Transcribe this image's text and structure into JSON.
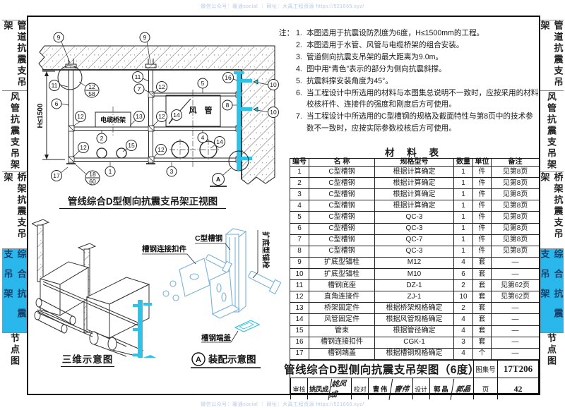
{
  "watermark": {
    "text": "微信公众号：暖通social ｜ 网址：大禹工程资源 https://521666.xyz/"
  },
  "sidebar": {
    "tabs": [
      {
        "label": "管道抗震支吊架",
        "active": false
      },
      {
        "label": "风管抗震支吊架",
        "active": false
      },
      {
        "label": "桥架抗震支吊架",
        "active": false
      },
      {
        "label": "综合抗震支吊架",
        "active": true
      },
      {
        "label": "节点图",
        "active": false
      }
    ]
  },
  "front_view": {
    "title": "管线综合D型侧向抗震支吊架正视图",
    "dimension": "H≤1500",
    "cable_tray_label": "电缆桥架",
    "duct_label": "风 管",
    "callouts": {
      "n9a": "9",
      "n9b": "9",
      "n11a": "11",
      "n11b": "11",
      "n6": "6",
      "n7": "7",
      "f12": "12",
      "f58": "58",
      "f18": "18",
      "f60": "60",
      "n12a": "12",
      "n12b": "12",
      "n12c": "12",
      "n12d": "12",
      "n12e": "12",
      "n5": "5",
      "n16": "16",
      "n10a": "10",
      "n10b": "10",
      "n8": "8",
      "n13": "13",
      "n14a": "14",
      "n14b": "14",
      "n2": "2",
      "n4": "4",
      "n15": "15",
      "n1": "1",
      "n3": "3",
      "n17": "17",
      "secA": "A"
    }
  },
  "iso_view": {
    "title": "三维示意图"
  },
  "assembly": {
    "title": "装配示意图",
    "section_letter": "A",
    "labels": {
      "connector": "槽钢连接扣件",
      "channel": "C型槽钢",
      "anchor": "扩底型锚栓",
      "end_cap": "槽钢端盖"
    }
  },
  "notes": {
    "prefix": "注：",
    "items": [
      {
        "num": "1.",
        "text": "本图适用于抗震设防烈度为6度，H≤1500mm的工程。"
      },
      {
        "num": "2.",
        "text": "本图适用于水管、风管与电缆桥架的组合安装。"
      },
      {
        "num": "3.",
        "text": "管道侧向抗震支吊架的最大距离为9.0m。"
      },
      {
        "num": "4.",
        "text": "图中用“青色”表示的部分为侧向抗震斜撑。"
      },
      {
        "num": "5.",
        "text": "抗震斜撑安装角度为45°。"
      },
      {
        "num": "6.",
        "text": "当工程设计中所选用的材料与本图集总说明不一致时，应按采用的材料校核杆件、连接件的强度和刚度后方可使用。"
      },
      {
        "num": "7.",
        "text": "当工程设计中所选用的C型槽钢的规格及截面特性与第8页中的技术参数不一致时，应按实际参数校核后方可使用。"
      }
    ]
  },
  "material_table": {
    "title": "材 料 表",
    "headers": [
      "编号",
      "名  称",
      "规格型号",
      "数量",
      "单位",
      "备注"
    ],
    "rows": [
      [
        "1",
        "C型槽钢",
        "根据计算确定",
        "1",
        "件",
        "见第8页"
      ],
      [
        "2",
        "C型槽钢",
        "根据计算确定",
        "1",
        "件",
        "见第8页"
      ],
      [
        "3",
        "C型槽钢",
        "根据计算确定",
        "1",
        "件",
        "见第8页"
      ],
      [
        "4",
        "C型槽钢",
        "根据计算确定",
        "1",
        "件",
        "见第8页"
      ],
      [
        "5",
        "C型槽钢",
        "QC-3",
        "1",
        "件",
        "见第8页"
      ],
      [
        "6",
        "C型槽钢",
        "QC-3",
        "1",
        "件",
        "见第8页"
      ],
      [
        "7",
        "C型槽钢",
        "QC-7",
        "1",
        "件",
        "见第8页"
      ],
      [
        "8",
        "C型槽钢",
        "QC-3",
        "1",
        "件",
        "见第8页"
      ],
      [
        "9",
        "扩底型锚栓",
        "M12",
        "4",
        "套",
        "—"
      ],
      [
        "10",
        "扩底型锚栓",
        "M10",
        "6",
        "套",
        "—"
      ],
      [
        "11",
        "槽钢底座",
        "DZ-1",
        "2",
        "套",
        "见第62页"
      ],
      [
        "12",
        "直角连接件",
        "ZJ-1",
        "10",
        "套",
        "见第62页"
      ],
      [
        "13",
        "桥架固定件",
        "根据桥架规格确定",
        "2",
        "套",
        "—"
      ],
      [
        "14",
        "风管固定件",
        "根据风管规格确定",
        "4",
        "套",
        "—"
      ],
      [
        "15",
        "管束",
        "根据管径确定",
        "4",
        "套",
        "—"
      ],
      [
        "16",
        "槽钢连接扣件",
        "CGK-1",
        "3",
        "套",
        "—"
      ],
      [
        "17",
        "槽钢端盖",
        "根据槽钢规格确定",
        "4",
        "个",
        "—"
      ]
    ]
  },
  "title_block": {
    "drawing_title": "管线综合D型侧向抗震支吊架图（6度）",
    "atlas_label": "图集号",
    "atlas_no": "17T206",
    "page_label": "页",
    "page_no": "42",
    "cells": [
      {
        "label": "审核",
        "name": "姚凤成",
        "sig": "姚凤成"
      },
      {
        "label": "校对",
        "name": "曹 伟",
        "sig": "曹伟"
      },
      {
        "label": "设计",
        "name": "郭 晶",
        "sig": "郭晶"
      }
    ]
  },
  "colors": {
    "accent_cyan": "#2ab7ec",
    "brace_cyan": "#2dc3e8",
    "assembly_blue": "#79b2d8"
  }
}
